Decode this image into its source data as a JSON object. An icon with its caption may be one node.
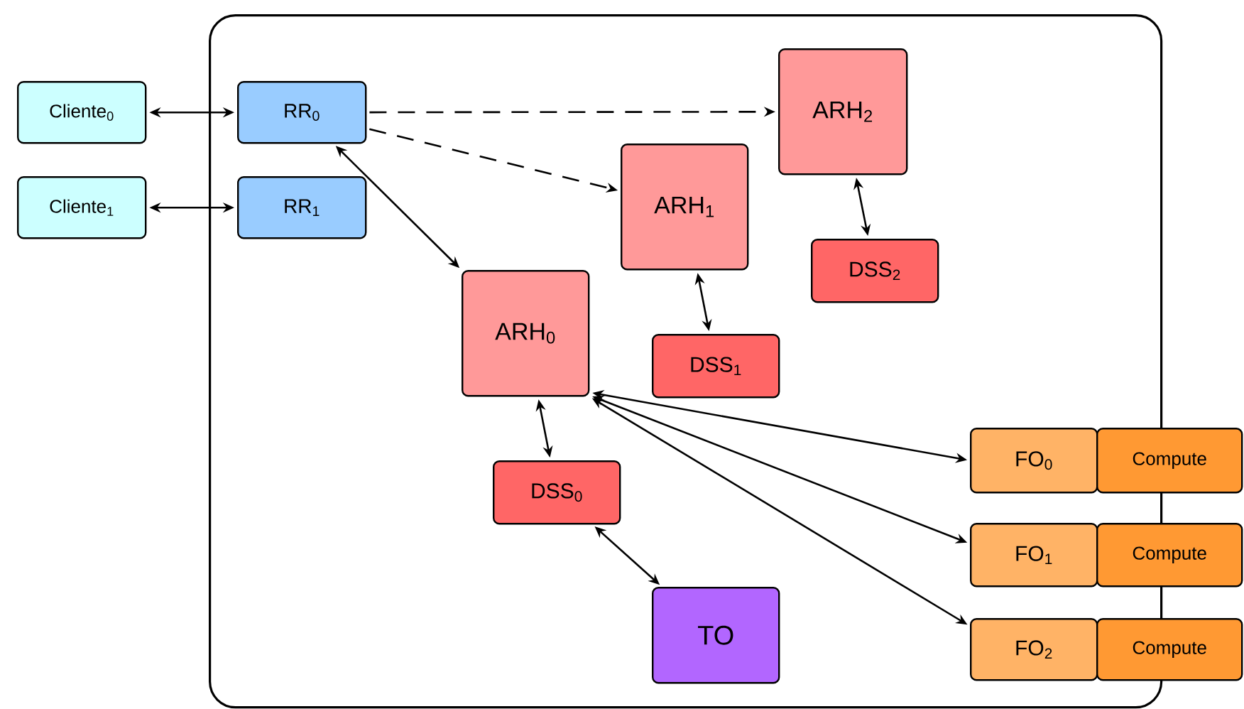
{
  "diagram": {
    "nodes": [
      {
        "text": [],
        "shape": "box"
      },
      {
        "text": [
          "Cliente$_{0}$"
        ]
      },
      {
        "text": [
          "Cliente$_{1}$"
        ]
      },
      {
        "text": [
          "RR$_{0}$"
        ],
        "in": 0
      },
      {
        "text": [
          "RR$_{1}$"
        ],
        "in": 0
      },
      {
        "text": [
          "ARH$_{2}$"
        ],
        "in": 0
      },
      {
        "text": [
          "ARH$_{1}$"
        ],
        "in": 0
      },
      {
        "text": [
          "DSS$_{2}$"
        ],
        "in": 0
      },
      {
        "text": [
          "ARH$_{0}$"
        ],
        "in": 0
      },
      {
        "text": [
          "DSS$_{1}$"
        ],
        "in": 0
      },
      {
        "text": [
          "DSS$_{0}$"
        ],
        "in": 0
      },
      {
        "text": [
          "FO$_{0}$"
        ],
        "in": 0
      },
      {
        "text": [
          "Compute"
        ]
      },
      {
        "text": [
          "FO$_{1}$"
        ],
        "in": 0
      },
      {
        "text": [
          "Compute"
        ]
      },
      {
        "text": [
          "FO$_{2}$"
        ],
        "in": 0
      },
      {
        "text": [
          "Compute"
        ]
      },
      {
        "text": [
          "TO"
        ],
        "in": 0
      }
    ],
    "edges": [
      {
        "from": 1,
        "to": 3,
        "arrow": "both"
      },
      {
        "from": 2,
        "to": 4,
        "arrow": "both"
      },
      {
        "from": 3,
        "to": 5,
        "arrow": "to",
        "style": "dashed"
      },
      {
        "from": 3,
        "to": 6,
        "arrow": "to",
        "style": "dashed"
      },
      {
        "from": 3,
        "to": 8,
        "arrow": "both"
      },
      {
        "from": 5,
        "to": 7,
        "arrow": "both"
      },
      {
        "from": 6,
        "to": 9,
        "arrow": "both"
      },
      {
        "from": 8,
        "to": 10,
        "arrow": "both"
      },
      {
        "from": 10,
        "to": 17,
        "arrow": "both"
      },
      {
        "from": 8,
        "to": 11,
        "arrow": "both"
      },
      {
        "from": 8,
        "to": 13,
        "arrow": "both"
      },
      {
        "from": 8,
        "to": 15,
        "arrow": "both"
      }
    ]
  }
}
